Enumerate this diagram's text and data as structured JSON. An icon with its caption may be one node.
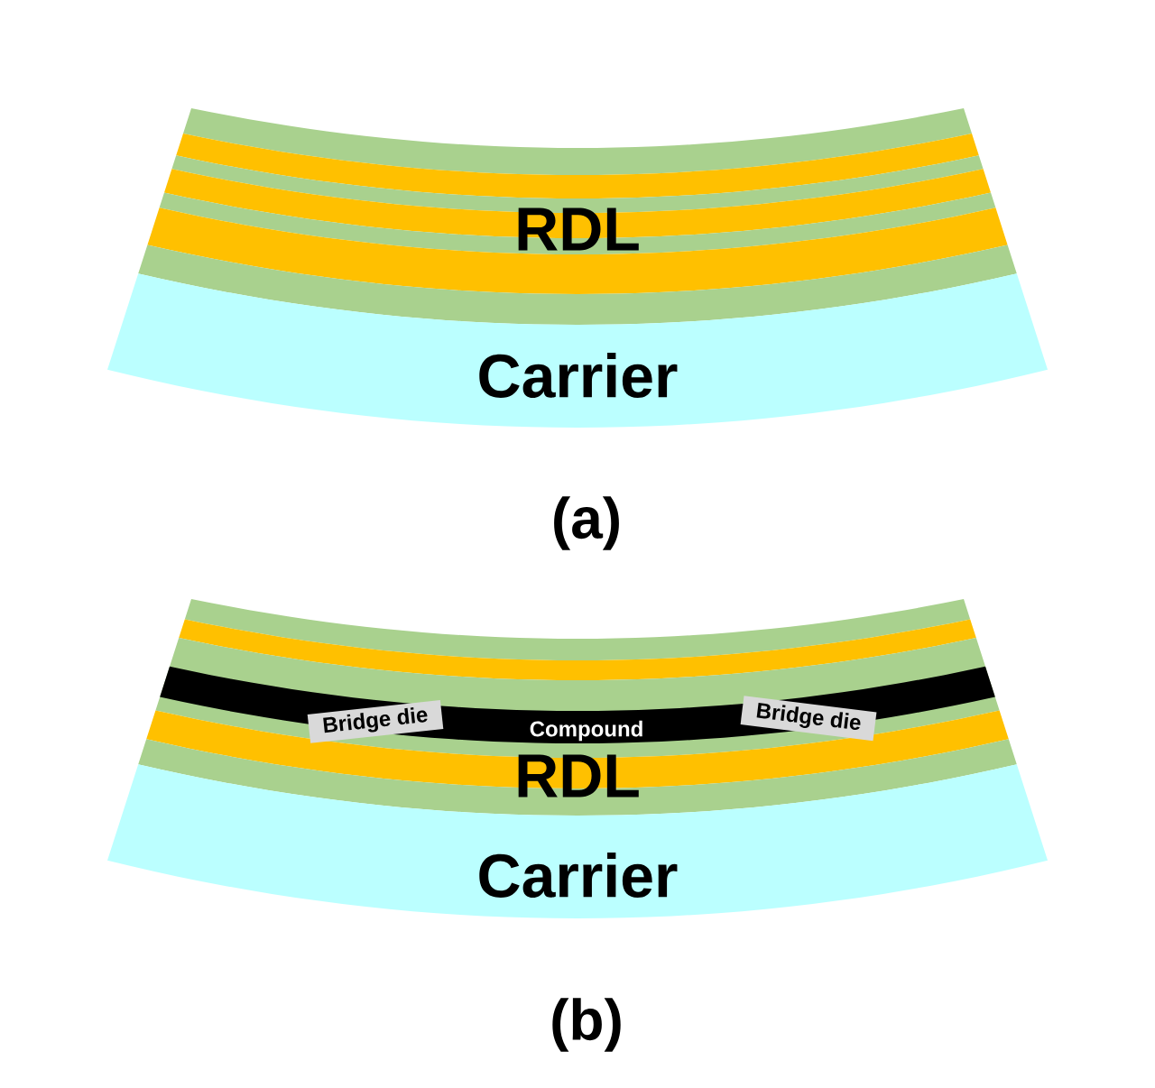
{
  "diagram": {
    "nodes": [
      {
        "text": [
          "RDL"
        ]
      },
      {
        "text": [
          "Carrier"
        ]
      },
      {
        "text": [
          "RDL"
        ]
      },
      {
        "text": [
          "Carrier"
        ]
      },
      {
        "text": [
          "Bridge die"
        ],
        "in": 5
      },
      {
        "text": [
          "Compound"
        ],
        "in": 2
      },
      {
        "text": [
          "Bridge die"
        ],
        "in": 5
      }
    ],
    "labels": [
      "(a)",
      "(b)"
    ]
  }
}
